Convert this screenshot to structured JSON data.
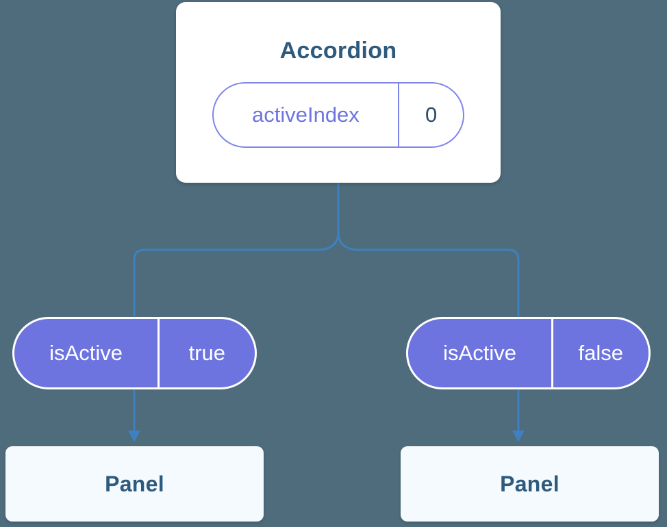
{
  "tree": {
    "root": {
      "label": "Accordion",
      "state": {
        "name": "activeIndex",
        "value": "0"
      }
    },
    "children": [
      {
        "prop": {
          "name": "isActive",
          "value": "true"
        },
        "label": "Panel"
      },
      {
        "prop": {
          "name": "isActive",
          "value": "false"
        },
        "label": "Panel"
      }
    ]
  },
  "colors": {
    "background": "#4e6c7b",
    "card_bg": "#ffffff",
    "panel_bg": "#f5faff",
    "title_text": "#2e5a7d",
    "pill_purple": "#6d74e0",
    "pill_outline_border": "#8086e8",
    "pill_outline_text": "#6e74e0",
    "pill_value_text": "#2d4a66",
    "connector_line": "#3f80c0",
    "pill_filled_text": "#ffffff"
  }
}
